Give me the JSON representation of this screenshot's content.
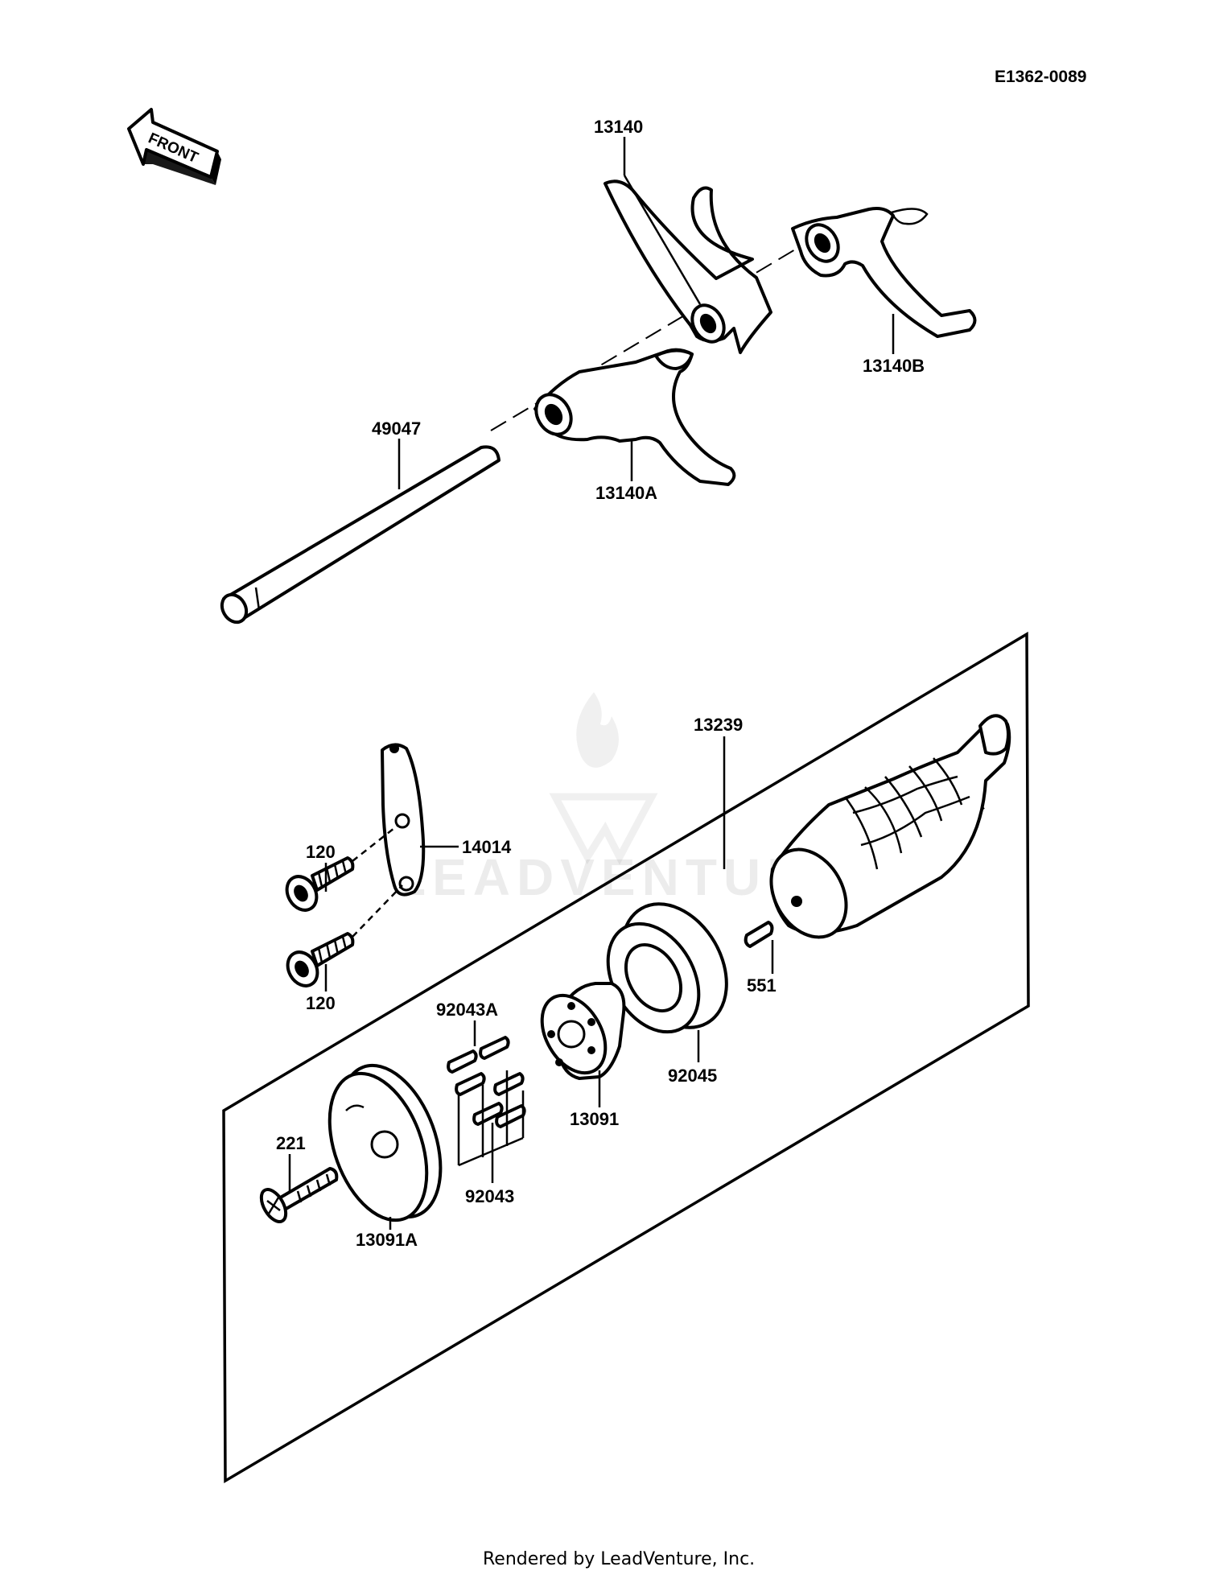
{
  "diagram_ref": "E1362-0089",
  "front_arrow": {
    "label": "FRONT",
    "icon": "front-arrow-icon"
  },
  "watermark": "LEADVENTURE",
  "footer": "Rendered by LeadVenture, Inc.",
  "parts": {
    "shift_fork": "13140",
    "shift_fork_b": "13140B",
    "shift_fork_a": "13140A",
    "fork_shaft": "49047",
    "shift_drum_assy": "13239",
    "screw_upper": "120",
    "screw_lower": "120",
    "stopper_plate": "14014",
    "dowel_pin_a": "92043A",
    "dowel_pin": "92043",
    "drum_cam": "13091",
    "bearing": "92045",
    "pin": "551",
    "screw_221": "221",
    "drum_plate": "13091A"
  }
}
